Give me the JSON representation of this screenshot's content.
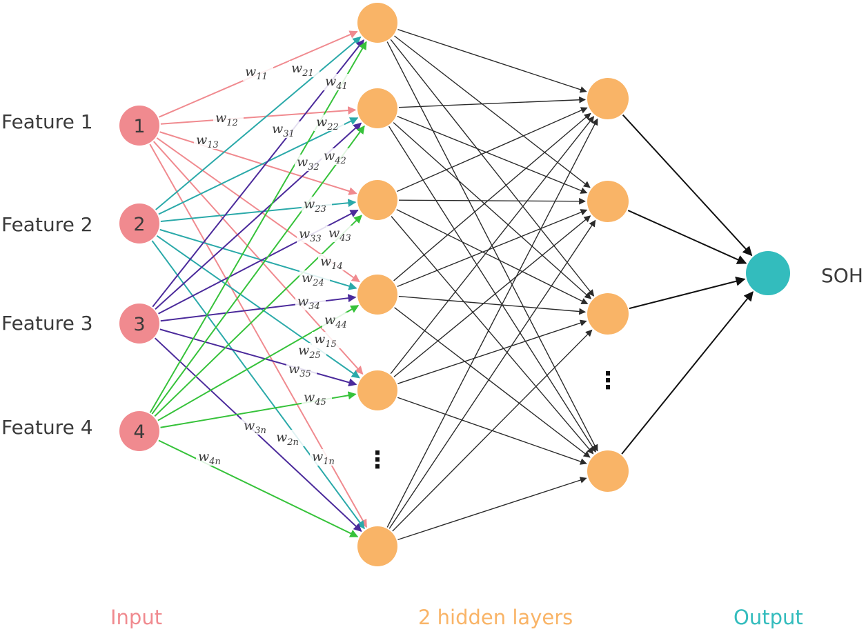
{
  "features": [
    "Feature 1",
    "Feature 2",
    "Feature 3",
    "Feature 4"
  ],
  "input_nodes": [
    "1",
    "2",
    "3",
    "4"
  ],
  "output_label": "SOH",
  "sections": {
    "input": "Input",
    "hidden": "2 hidden layers",
    "output": "Output"
  },
  "colors": {
    "input_node": "#f08a8f",
    "hidden_node": "#f9b467",
    "output_node": "#33bcbd",
    "input_label": "#f08a8f",
    "hidden_label": "#f9b467",
    "output_label": "#33bcbd",
    "feature1_edges": "#f08a8f",
    "feature2_edges": "#2aa9a9",
    "feature3_edges": "#4b2a9b",
    "feature4_edges": "#36c23a",
    "hidden_edges": "#2b2b2b"
  },
  "weight_labels": [
    {
      "base": "w",
      "sub": "11"
    },
    {
      "base": "w",
      "sub": "21"
    },
    {
      "base": "w",
      "sub": "41"
    },
    {
      "base": "w",
      "sub": "12"
    },
    {
      "base": "w",
      "sub": "31"
    },
    {
      "base": "w",
      "sub": "22"
    },
    {
      "base": "w",
      "sub": "13"
    },
    {
      "base": "w",
      "sub": "32"
    },
    {
      "base": "w",
      "sub": "42"
    },
    {
      "base": "w",
      "sub": "23"
    },
    {
      "base": "w",
      "sub": "33"
    },
    {
      "base": "w",
      "sub": "43"
    },
    {
      "base": "w",
      "sub": "14"
    },
    {
      "base": "w",
      "sub": "24"
    },
    {
      "base": "w",
      "sub": "34"
    },
    {
      "base": "w",
      "sub": "44"
    },
    {
      "base": "w",
      "sub": "15"
    },
    {
      "base": "w",
      "sub": "25"
    },
    {
      "base": "w",
      "sub": "35"
    },
    {
      "base": "w",
      "sub": "45"
    },
    {
      "base": "w",
      "sub": "3n"
    },
    {
      "base": "w",
      "sub": "2n"
    },
    {
      "base": "w",
      "sub": "1n"
    },
    {
      "base": "w",
      "sub": "4n"
    }
  ],
  "ellipsis": "⋮"
}
